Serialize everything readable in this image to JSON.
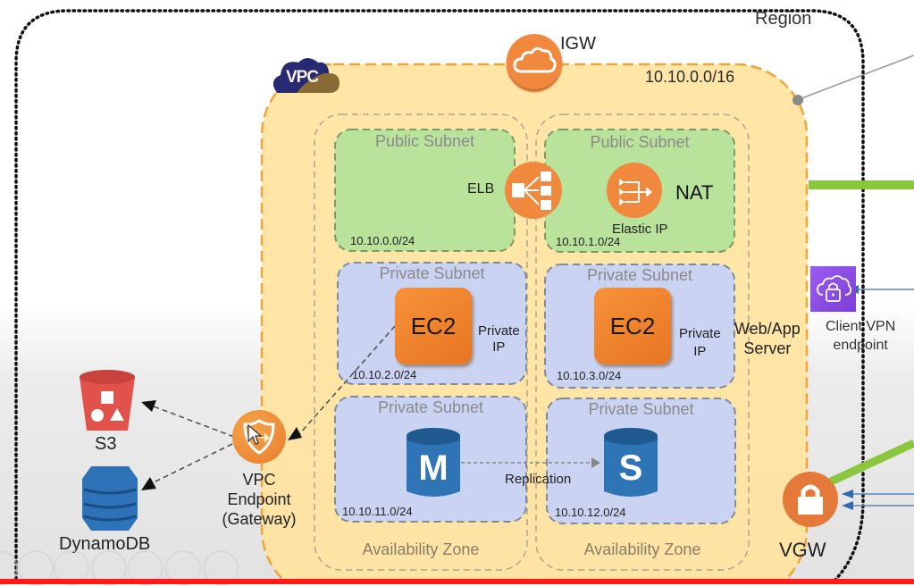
{
  "region": {
    "label": "Region"
  },
  "vpc": {
    "badge": "VPC",
    "cidr": "10.10.0.0/16"
  },
  "igw": {
    "label": "IGW"
  },
  "elb": {
    "label": "ELB"
  },
  "nat": {
    "label": "NAT",
    "sublabel": "Elastic IP"
  },
  "availability_zones": [
    {
      "label": "Availability Zone"
    },
    {
      "label": "Availability Zone"
    }
  ],
  "subnets": [
    {
      "title": "Public Subnet",
      "cidr": "10.10.0.0/24"
    },
    {
      "title": "Public Subnet",
      "cidr": "10.10.1.0/24"
    },
    {
      "title": "Private Subnet",
      "cidr": "10.10.2.0/24"
    },
    {
      "title": "Private Subnet",
      "cidr": "10.10.3.0/24"
    },
    {
      "title": "Private Subnet",
      "cidr": "10.10.11.0/24"
    },
    {
      "title": "Private Subnet",
      "cidr": "10.10.12.0/24"
    }
  ],
  "ec2": [
    {
      "label": "EC2",
      "ip_label_1": "Private",
      "ip_label_2": "IP"
    },
    {
      "label": "EC2",
      "ip_label_1": "Private",
      "ip_label_2": "IP"
    }
  ],
  "web_app": {
    "line1": "Web/App",
    "line2": "Server"
  },
  "db": {
    "master": "M",
    "slave": "S",
    "replication": "Replication"
  },
  "services": {
    "s3": "S3",
    "dynamodb": "DynamoDB"
  },
  "vpc_endpoint": {
    "line1": "VPC",
    "line2": "Endpoint",
    "line3": "(Gateway)"
  },
  "client_vpn": {
    "line1": "Client VPN",
    "line2": "endpoint"
  },
  "vgw": {
    "label": "VGW"
  },
  "colors": {
    "aws_orange": "#f0883d",
    "vpc_fill": "#ffe7a6",
    "public_subnet": "#b7e29a",
    "private_subnet": "#c9d3f2",
    "s3_red": "#e0524a",
    "dynamo_blue": "#2e73b8",
    "vpn_purple": "#8a4fe0",
    "link_green": "#8cc63f",
    "alert_red": "#ff1a1a"
  },
  "toolbar": {
    "buttons": [
      "back",
      "forward",
      "pen",
      "apps",
      "zoom",
      "captions",
      "more"
    ]
  }
}
